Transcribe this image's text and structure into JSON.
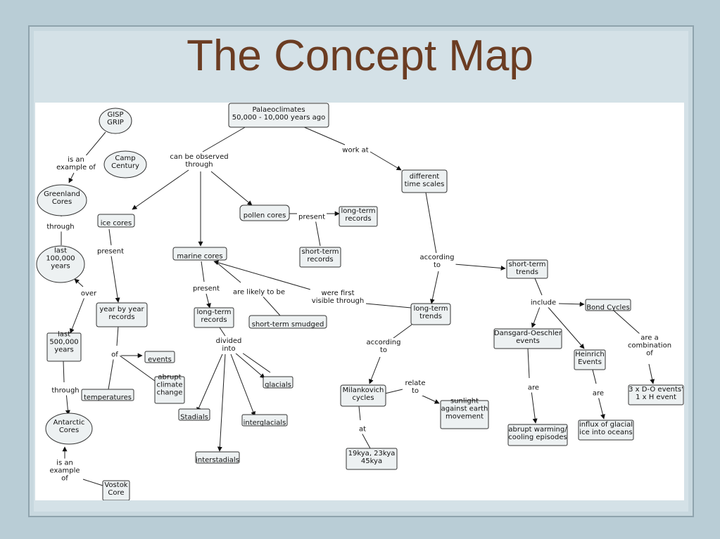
{
  "title": "The Concept Map",
  "nodes": {
    "palaeo": "Palaeoclimates\n50,000 - 10,000 years ago",
    "gisp": "GISP\nGRIP",
    "camp": "Camp\nCentury",
    "greenland": "Greenland\nCores",
    "last100": "last\n100,000\nyears",
    "last500": "last\n500,000\nyears",
    "antarctic": "Antarctic\nCores",
    "vostok": "Vostok\nCore",
    "icecores": "ice cores",
    "yearbyyear": "year by year\nrecords",
    "events": "events",
    "temperatures": "temperatures",
    "abrupt": "abrupt\nclimate\nchange",
    "marine": "marine cores",
    "ltrecords": "long-term\nrecords",
    "smudged": "short-term smudged",
    "glacials": "glacials",
    "stadials": "Stadials",
    "interglacials": "interglacials",
    "interstadials": "interstadials",
    "pollen": "pollen cores",
    "pollen_lt": "long-term\nrecords",
    "pollen_st": "short-term\nrecords",
    "different": "different\ntime scales",
    "stt": "short-term\ntrends",
    "ltt": "long-term\ntrends",
    "milankovich": "Milankovich\ncycles",
    "sunlight": "sunlight\nagainst earth\nmovement",
    "kya": "19kya, 23kya\n45kya",
    "bond": "Bond Cycles",
    "dansgaard": "Dansgard-Oeschler\nevents",
    "heinrich": "Heinrich\nEvents",
    "combination": "3 x D-O events'\n1 x H event",
    "warming": "abrupt warming/\ncooling episodes",
    "influx": "influx of glacial\nice into oceans"
  },
  "links": {
    "observed": "can be observed\nthrough",
    "workat": "work at",
    "isanexample1": "is an\nexample of",
    "through1": "through",
    "over": "over",
    "through2": "through",
    "isanexample2": "is an\nexample\nof",
    "present1": "present",
    "of": "of",
    "present2": "present",
    "likely": "are likely to be",
    "dividedinto": "divided\ninto",
    "present3": "present",
    "firstvisible": "were first\nvisible through",
    "according1": "according\nto",
    "according2": "according\nto",
    "relate": "relate\nto",
    "at": "at",
    "include": "include",
    "are1": "are",
    "are2": "are",
    "combo": "are a\ncombination\nof"
  }
}
